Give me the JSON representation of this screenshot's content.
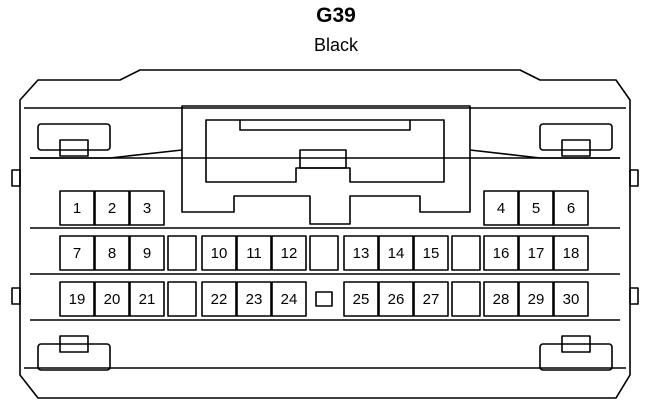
{
  "connector": {
    "id": "G39",
    "color": "Black"
  },
  "pins": [
    {
      "label": "1"
    },
    {
      "label": "2"
    },
    {
      "label": "3"
    },
    {
      "label": "4"
    },
    {
      "label": "5"
    },
    {
      "label": "6"
    },
    {
      "label": "7"
    },
    {
      "label": "8"
    },
    {
      "label": "9"
    },
    {
      "label": "10"
    },
    {
      "label": "11"
    },
    {
      "label": "12"
    },
    {
      "label": "13"
    },
    {
      "label": "14"
    },
    {
      "label": "15"
    },
    {
      "label": "16"
    },
    {
      "label": "17"
    },
    {
      "label": "18"
    },
    {
      "label": "19"
    },
    {
      "label": "20"
    },
    {
      "label": "21"
    },
    {
      "label": "22"
    },
    {
      "label": "23"
    },
    {
      "label": "24"
    },
    {
      "label": "25"
    },
    {
      "label": "26"
    },
    {
      "label": "27"
    },
    {
      "label": "28"
    },
    {
      "label": "29"
    },
    {
      "label": "30"
    }
  ]
}
